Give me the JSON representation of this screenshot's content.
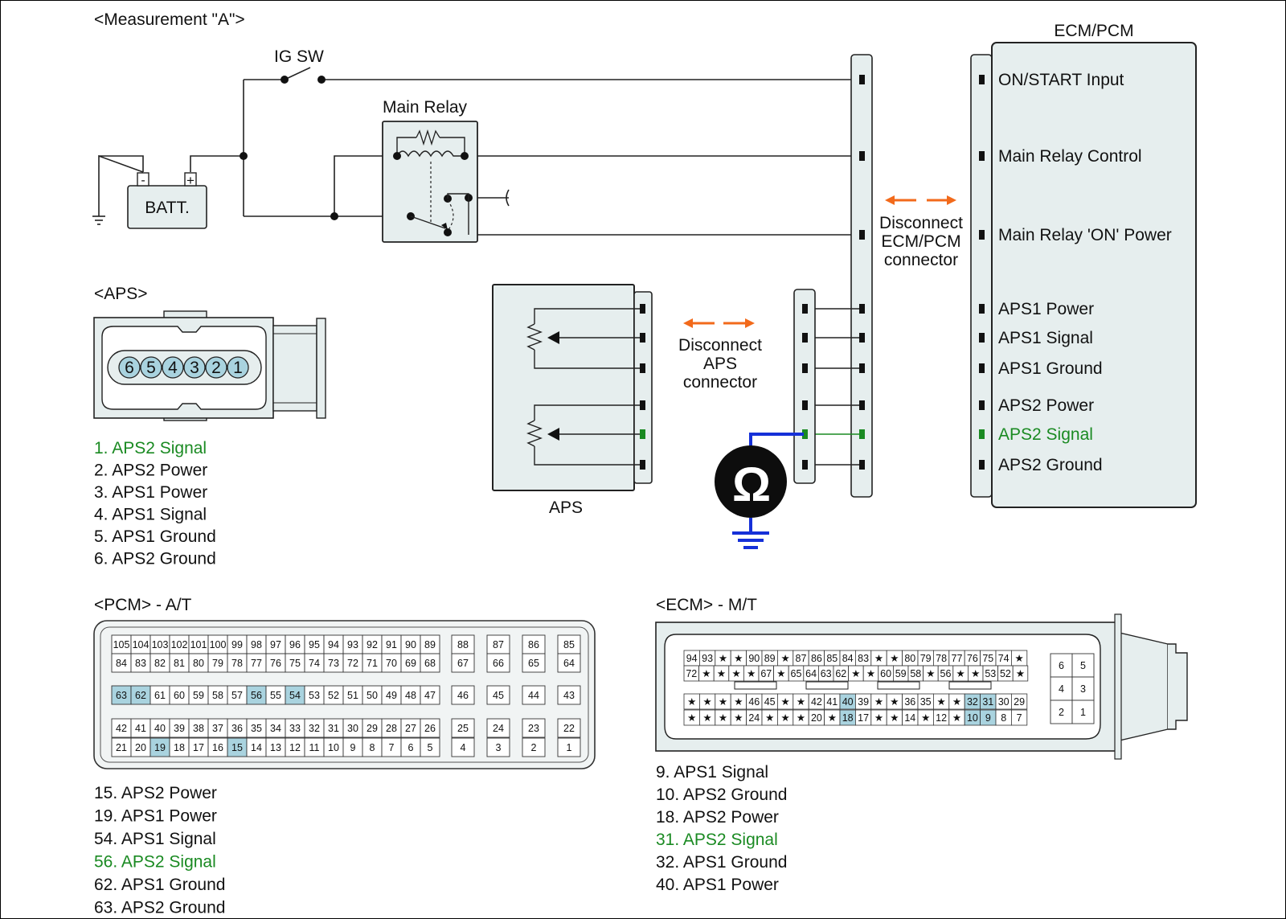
{
  "titles": {
    "measurement": "<Measurement \"A\">",
    "aps_section": "<APS>",
    "pcm_section": "<PCM> - A/T",
    "ecm_section": "<ECM> - M/T"
  },
  "schematic": {
    "ig_sw": "IG SW",
    "main_relay": "Main Relay",
    "battery": "BATT.",
    "battery_neg": "-",
    "battery_pos": "+",
    "ecm_pcm_title": "ECM/PCM",
    "aps_box": "APS",
    "ohm_symbol": "Ω"
  },
  "ecm_pins": [
    {
      "label": "ON/START Input",
      "highlight": false
    },
    {
      "label": "Main Relay Control",
      "highlight": false
    },
    {
      "label": "Main Relay 'ON' Power",
      "highlight": false
    },
    {
      "label": "APS1 Power",
      "highlight": false
    },
    {
      "label": "APS1 Signal",
      "highlight": false
    },
    {
      "label": "APS1 Ground",
      "highlight": false
    },
    {
      "label": "APS2 Power",
      "highlight": false
    },
    {
      "label": "APS2 Signal",
      "highlight": true
    },
    {
      "label": "APS2 Ground",
      "highlight": false
    }
  ],
  "disconnect_ecm": [
    "Disconnect",
    "ECM/PCM",
    "connector"
  ],
  "disconnect_aps": [
    "Disconnect",
    "APS",
    "connector"
  ],
  "aps_connector_pins": [
    "6",
    "5",
    "4",
    "3",
    "2",
    "1"
  ],
  "aps_pin_list": [
    {
      "text": "1. APS2 Signal",
      "highlight": true
    },
    {
      "text": "2. APS2 Power",
      "highlight": false
    },
    {
      "text": "3. APS1 Power",
      "highlight": false
    },
    {
      "text": "4. APS1 Signal",
      "highlight": false
    },
    {
      "text": "5. APS1 Ground",
      "highlight": false
    },
    {
      "text": "6. APS2 Ground",
      "highlight": false
    }
  ],
  "pcm_connector": {
    "block1": [
      [
        "105",
        "104",
        "103",
        "102",
        "101",
        "100",
        "99",
        "98",
        "97",
        "96",
        "95",
        "94",
        "93",
        "92",
        "91",
        "90",
        "89"
      ],
      [
        "84",
        "83",
        "82",
        "81",
        "80",
        "79",
        "78",
        "77",
        "76",
        "75",
        "74",
        "73",
        "72",
        "71",
        "70",
        "69",
        "68"
      ]
    ],
    "block1_right": [
      [
        "88",
        "87",
        "86",
        "85"
      ],
      [
        "67",
        "66",
        "65",
        "64"
      ]
    ],
    "block2": [
      [
        "63",
        "62",
        "61",
        "60",
        "59",
        "58",
        "57",
        "56",
        "55",
        "54",
        "53",
        "52",
        "51",
        "50",
        "49",
        "48",
        "47"
      ]
    ],
    "block2_right": [
      [
        "46",
        "45",
        "44",
        "43"
      ]
    ],
    "block3": [
      [
        "42",
        "41",
        "40",
        "39",
        "38",
        "37",
        "36",
        "35",
        "34",
        "33",
        "32",
        "31",
        "30",
        "29",
        "28",
        "27",
        "26"
      ],
      [
        "21",
        "20",
        "19",
        "18",
        "17",
        "16",
        "15",
        "14",
        "13",
        "12",
        "11",
        "10",
        "9",
        "8",
        "7",
        "6",
        "5"
      ]
    ],
    "block3_right": [
      [
        "25",
        "24",
        "23",
        "22"
      ],
      [
        "4",
        "3",
        "2",
        "1"
      ]
    ],
    "highlighted": [
      "63",
      "62",
      "56",
      "54",
      "19",
      "15"
    ]
  },
  "pcm_pin_list": [
    {
      "text": "15. APS2 Power",
      "highlight": false
    },
    {
      "text": "19. APS1 Power",
      "highlight": false
    },
    {
      "text": "54. APS1 Signal",
      "highlight": false
    },
    {
      "text": "56. APS2 Signal",
      "highlight": true
    },
    {
      "text": "62. APS1 Ground",
      "highlight": false
    },
    {
      "text": "63. APS2 Ground",
      "highlight": false
    }
  ],
  "ecm_connector": {
    "top": [
      [
        "94",
        "93",
        "★",
        "★",
        "90",
        "89",
        "★",
        "87",
        "86",
        "85",
        "84",
        "83",
        "★",
        "★",
        "80",
        "79",
        "78",
        "77",
        "76",
        "75",
        "74",
        "★"
      ],
      [
        "72",
        "★",
        "★",
        "★",
        "★",
        "67",
        "★",
        "65",
        "64",
        "63",
        "62",
        "★",
        "★",
        "60",
        "59",
        "58",
        "★",
        "56",
        "★",
        "★",
        "53",
        "52",
        "★"
      ]
    ],
    "bottom": [
      [
        "★",
        "★",
        "★",
        "★",
        "46",
        "45",
        "★",
        "★",
        "42",
        "41",
        "40",
        "39",
        "★",
        "★",
        "36",
        "35",
        "★",
        "★",
        "32",
        "31",
        "30",
        "29"
      ],
      [
        "★",
        "★",
        "★",
        "★",
        "24",
        "★",
        "★",
        "★",
        "20",
        "★",
        "18",
        "17",
        "★",
        "★",
        "14",
        "★",
        "12",
        "★",
        "10",
        "9",
        "8",
        "7"
      ]
    ],
    "right": [
      [
        "6",
        "5"
      ],
      [
        "4",
        "3"
      ],
      [
        "2",
        "1"
      ]
    ],
    "highlighted": [
      "40",
      "18",
      "32",
      "31",
      "10",
      "9"
    ]
  },
  "ecm_pin_list": [
    {
      "text": "9. APS1 Signal",
      "highlight": false
    },
    {
      "text": "10. APS2 Ground",
      "highlight": false
    },
    {
      "text": "18. APS2 Power",
      "highlight": false
    },
    {
      "text": "31. APS2 Signal",
      "highlight": true
    },
    {
      "text": "32. APS1 Ground",
      "highlight": false
    },
    {
      "text": "40. APS1 Power",
      "highlight": false
    }
  ],
  "colors": {
    "signal_green": "#1a8a22",
    "arrow_orange": "#f26a1b",
    "meter_blue": "#1530d8",
    "pin_highlight": "#a9d3df",
    "connector_fill": "#e6eeee"
  }
}
